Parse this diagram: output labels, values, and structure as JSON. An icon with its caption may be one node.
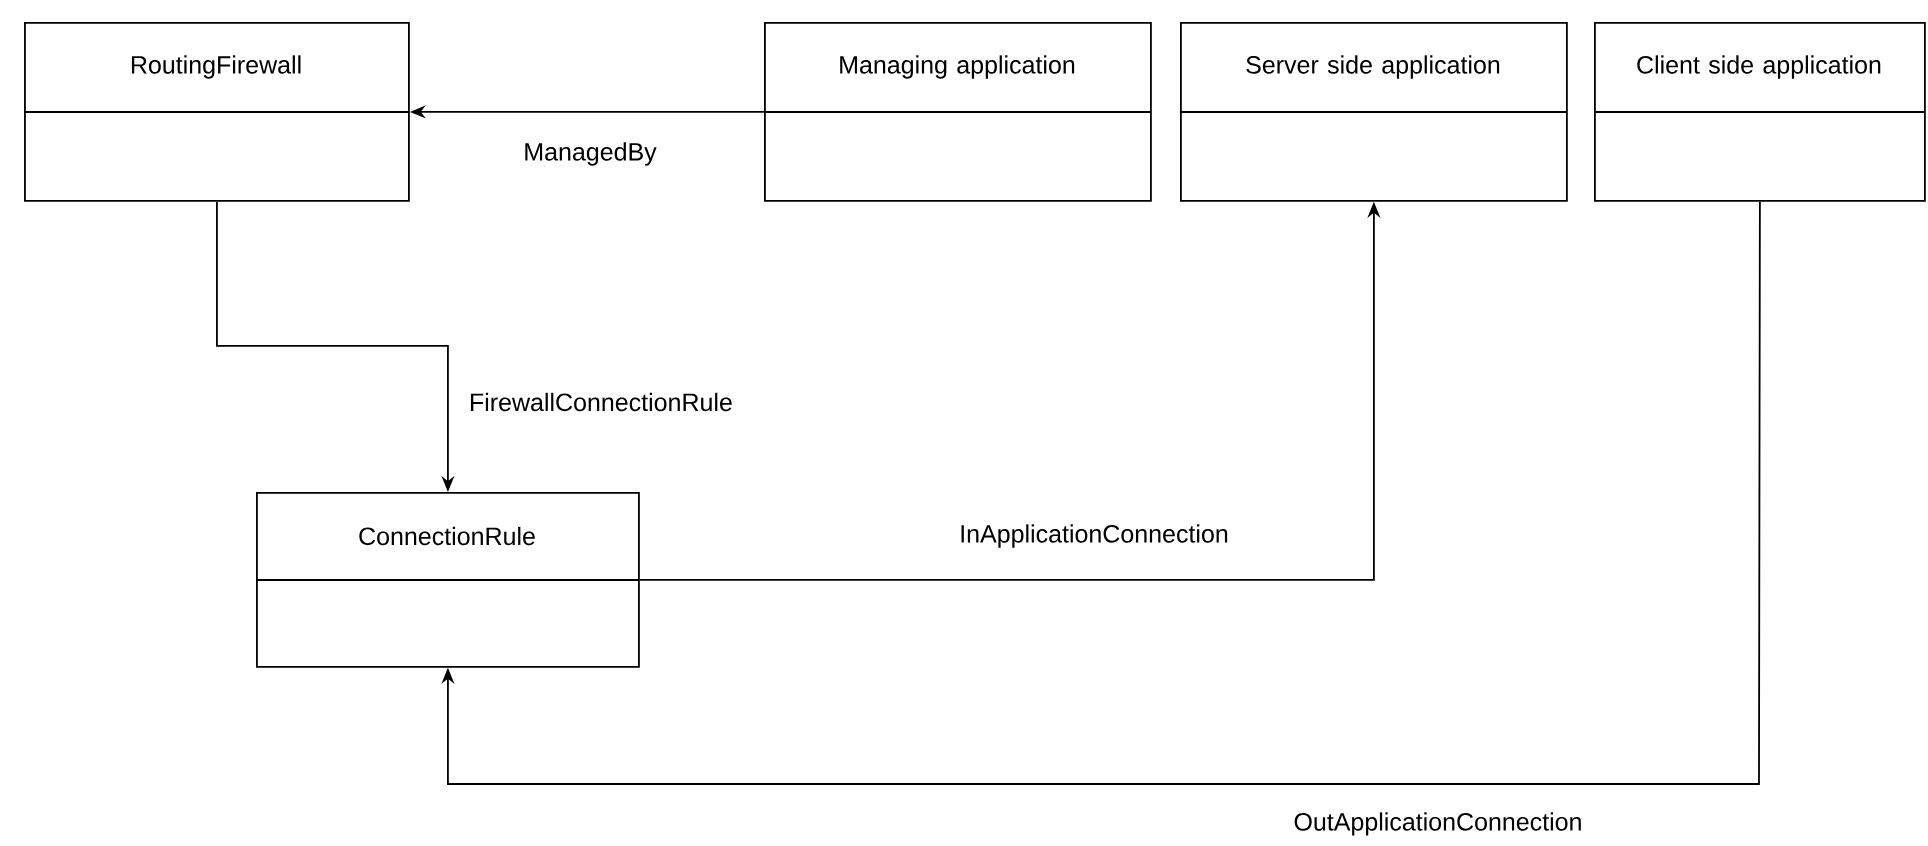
{
  "diagram": {
    "nodes": [
      {
        "text": [
          "RoutingFirewall"
        ]
      },
      {
        "text": [
          "Managing application"
        ]
      },
      {
        "text": [
          "Server side application"
        ]
      },
      {
        "text": [
          "Client side application"
        ]
      },
      {
        "text": [
          "ConnectionRule"
        ]
      }
    ],
    "edges": [
      {
        "from": 1,
        "to": 0,
        "arrow": "to",
        "label": "ManagedBy"
      },
      {
        "from": 0,
        "to": 4,
        "arrow": "to",
        "label": "FirewallConnectionRule"
      },
      {
        "from": 4,
        "to": 2,
        "arrow": "to",
        "label": "InApplicationConnection"
      },
      {
        "from": 3,
        "to": 4,
        "arrow": "to",
        "label": "OutApplicationConnection"
      }
    ]
  }
}
